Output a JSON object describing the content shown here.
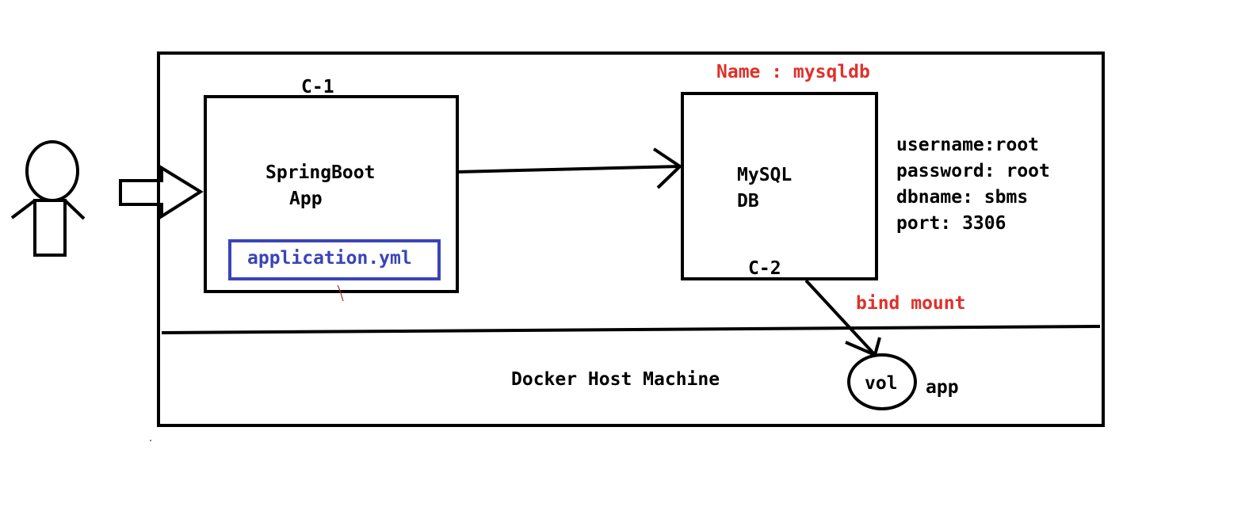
{
  "colors": {
    "stroke": "#000000",
    "accent_red": "#e0302a",
    "accent_blue": "#3a44b8"
  },
  "container1": {
    "tag": "C-1",
    "line1": "SpringBoot",
    "line2": "App",
    "config_file": "application.yml"
  },
  "container2": {
    "tag": "C-2",
    "name_label": "Name : mysqldb",
    "line1": "MySQL",
    "line2": "DB"
  },
  "db_config": {
    "username": "username:root",
    "password": "password: root",
    "dbname": "dbname: sbms",
    "port": "port: 3306"
  },
  "host": {
    "label": "Docker Host Machine"
  },
  "volume": {
    "label": "vol",
    "target": "app",
    "mount_type": "bind mount"
  },
  "icons": [
    "user-icon",
    "input-arrow-icon"
  ]
}
